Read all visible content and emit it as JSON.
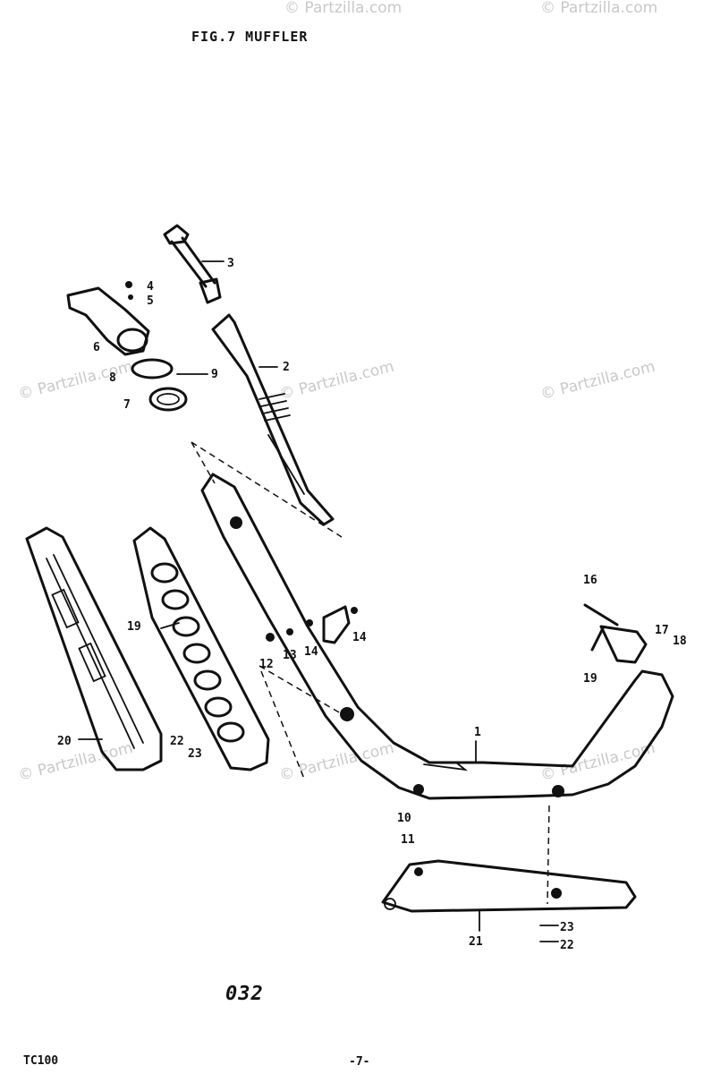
{
  "header": {
    "title": "FIG.7 MUFFLER"
  },
  "footer": {
    "page_code": "032",
    "model": "TC100",
    "page_number": "-7-"
  },
  "watermark": {
    "text": "© Partzilla.com"
  },
  "callouts": [
    {
      "id": "p1",
      "label": "1"
    },
    {
      "id": "p2",
      "label": "2"
    },
    {
      "id": "p3",
      "label": "3"
    },
    {
      "id": "p4",
      "label": "4"
    },
    {
      "id": "p5",
      "label": "5"
    },
    {
      "id": "p6",
      "label": "6"
    },
    {
      "id": "p7",
      "label": "7"
    },
    {
      "id": "p8",
      "label": "8"
    },
    {
      "id": "p9",
      "label": "9"
    },
    {
      "id": "p10",
      "label": "10"
    },
    {
      "id": "p11",
      "label": "11"
    },
    {
      "id": "p12",
      "label": "12"
    },
    {
      "id": "p13",
      "label": "13"
    },
    {
      "id": "p14a",
      "label": "14"
    },
    {
      "id": "p14b",
      "label": "14"
    },
    {
      "id": "p16",
      "label": "16"
    },
    {
      "id": "p17",
      "label": "17"
    },
    {
      "id": "p18",
      "label": "18"
    },
    {
      "id": "p19a",
      "label": "19"
    },
    {
      "id": "p19b",
      "label": "19"
    },
    {
      "id": "p20",
      "label": "20"
    },
    {
      "id": "p21",
      "label": "21"
    },
    {
      "id": "p22a",
      "label": "22"
    },
    {
      "id": "p22b",
      "label": "22"
    },
    {
      "id": "p23a",
      "label": "23"
    },
    {
      "id": "p23b",
      "label": "23"
    }
  ]
}
